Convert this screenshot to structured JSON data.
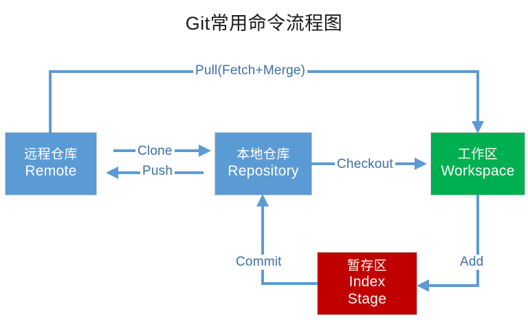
{
  "diagram": {
    "title": "Git常用命令流程图",
    "type": "flowchart",
    "background": "#FFFFFF",
    "colors": {
      "blue": "#5B9BD5",
      "green": "#00B050",
      "red": "#C00000",
      "label_text": "#3C6FA5",
      "node_text": "#FFFFFF",
      "title_text": "#1A1A1A"
    },
    "nodes": [
      {
        "id": "remote",
        "cn": "远程仓库",
        "en": "Remote",
        "en2": "",
        "color": "#5B9BD5"
      },
      {
        "id": "repository",
        "cn": "本地仓库",
        "en": "Repository",
        "en2": "",
        "color": "#5B9BD5"
      },
      {
        "id": "workspace",
        "cn": "工作区",
        "en": "Workspace",
        "en2": "",
        "color": "#00B050"
      },
      {
        "id": "index",
        "cn": "暂存区",
        "en": "Index",
        "en2": "Stage",
        "color": "#C00000"
      }
    ],
    "edges": [
      {
        "id": "pull",
        "label": "Pull(Fetch+Merge)",
        "from": "remote",
        "to": "workspace"
      },
      {
        "id": "clone",
        "label": "Clone",
        "from": "remote",
        "to": "repository"
      },
      {
        "id": "push",
        "label": "Push",
        "from": "repository",
        "to": "remote"
      },
      {
        "id": "checkout",
        "label": "Checkout",
        "from": "repository",
        "to": "workspace"
      },
      {
        "id": "commit",
        "label": "Commit",
        "from": "index",
        "to": "repository"
      },
      {
        "id": "add",
        "label": "Add",
        "from": "workspace",
        "to": "index"
      }
    ]
  }
}
